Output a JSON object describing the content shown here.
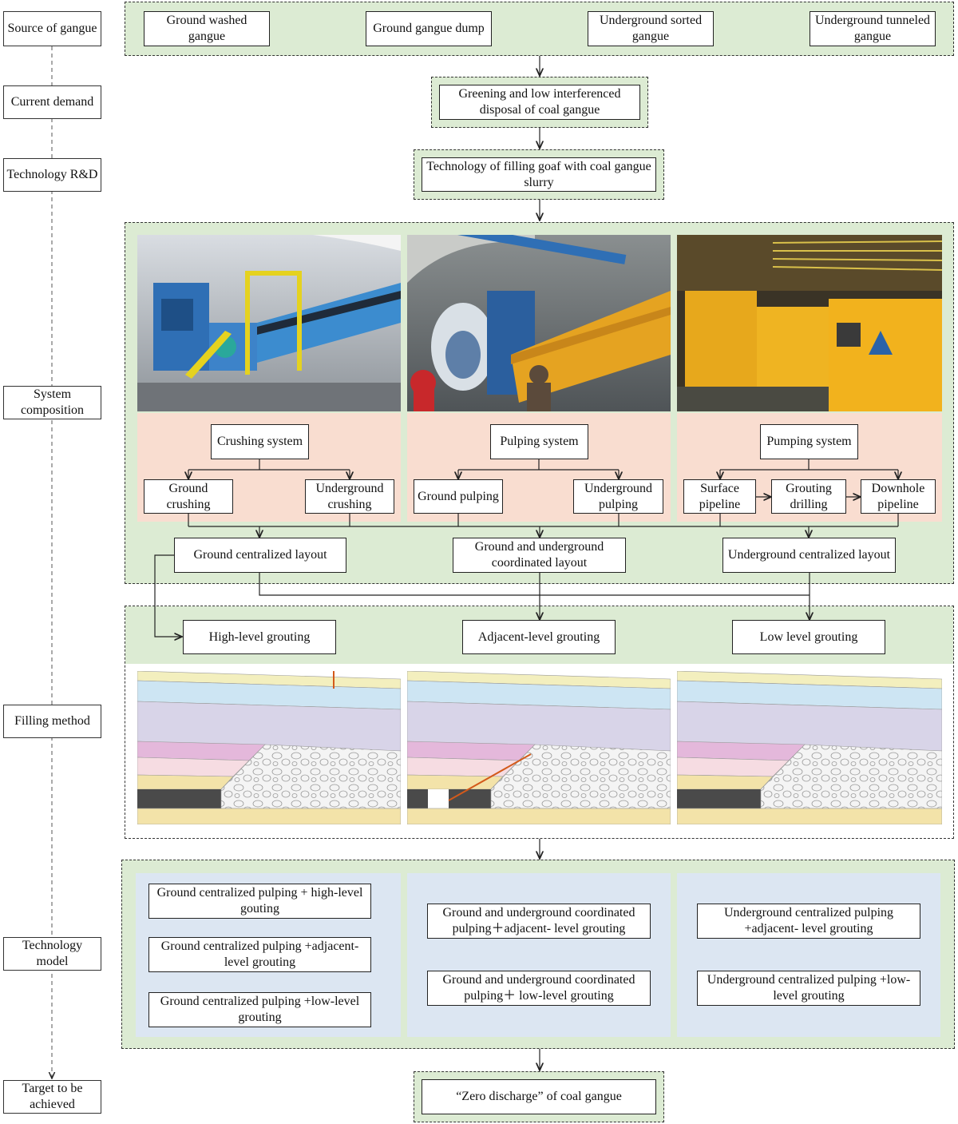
{
  "labels": {
    "source": "Source of gangue",
    "demand": "Current demand",
    "tech_rd": "Technology R&D",
    "system": "System composition",
    "filling": "Filling method",
    "model": "Technology model",
    "target": "Target to be achieved"
  },
  "sources": [
    "Ground washed gangue",
    "Ground gangue dump",
    "Underground sorted gangue",
    "Underground tunneled gangue"
  ],
  "demand": "Greening and low interferenced disposal of coal gangue",
  "technology": "Technology of filling goaf with coal gangue slurry",
  "systems": [
    {
      "title": "Crushing system",
      "children": [
        "Ground crushing",
        "Underground crushing"
      ]
    },
    {
      "title": "Pulping system",
      "children": [
        "Ground pulping",
        "Underground pulping"
      ]
    },
    {
      "title": "Pumping system",
      "children": [
        "Surface pipeline",
        "Grouting drilling",
        "Downhole pipeline"
      ]
    }
  ],
  "layouts": [
    "Ground centralized layout",
    "Ground and underground coordinated layout",
    "Underground centralized layout"
  ],
  "grouting": [
    "High-level grouting",
    "Adjacent-level grouting",
    "Low level grouting"
  ],
  "models": {
    "col1": [
      "Ground centralized pulping + high-level gouting",
      "Ground centralized pulping +adjacent-level grouting",
      "Ground centralized pulping +low-level grouting"
    ],
    "col2": [
      "Ground and underground coordinated pulping＋adjacent- level grouting",
      "Ground and underground coordinated pulping＋ low-level grouting"
    ],
    "col3": [
      "Underground centralized pulping +adjacent- level grouting",
      "Underground centralized pulping +low-level grouting"
    ]
  },
  "target": "“Zero discharge” of coal gangue",
  "colors": {
    "green": "#dcebd3",
    "salmon": "#f9ddd0",
    "blue": "#dce6f2",
    "coal": "#4a4a4a",
    "rubble": "#f4f4f4"
  }
}
